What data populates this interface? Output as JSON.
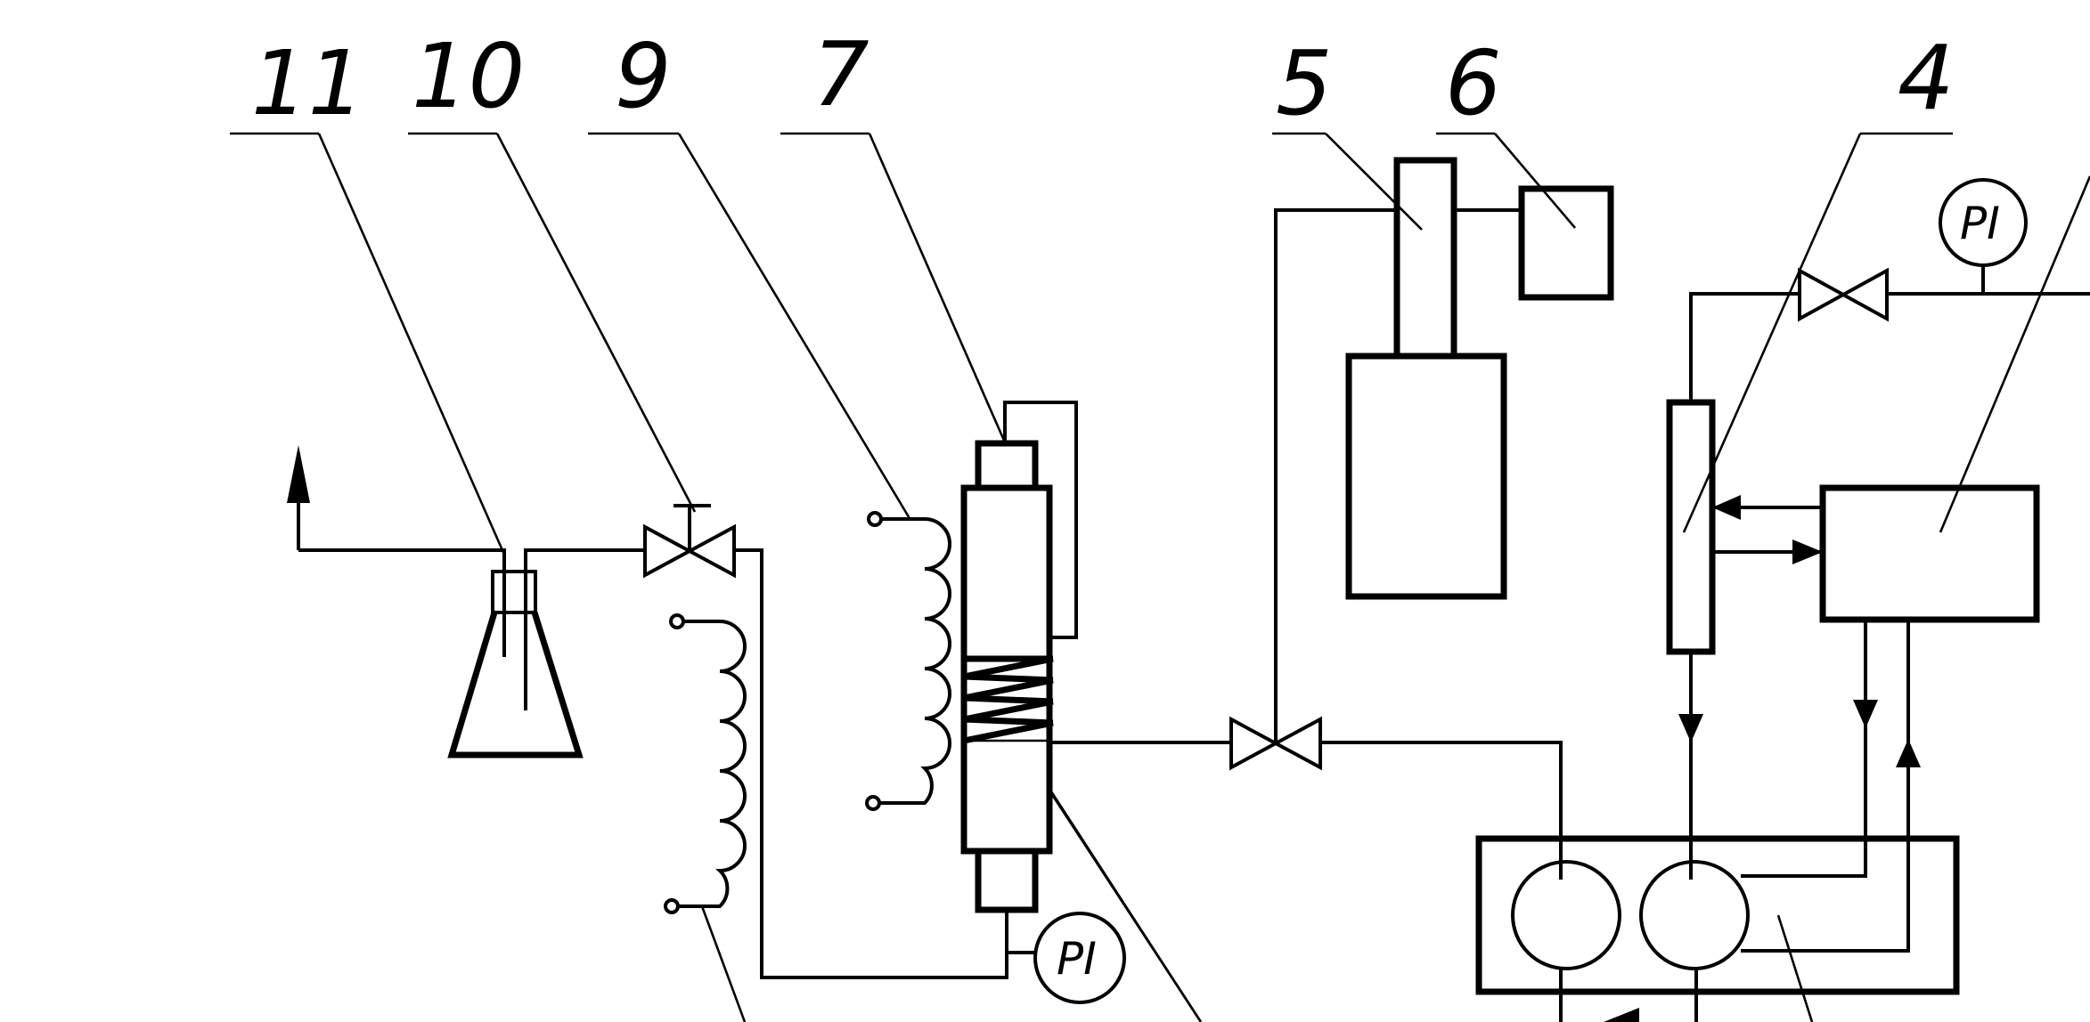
{
  "diagram": {
    "callouts": {
      "c11": "11",
      "c10": "10",
      "c9": "9",
      "c7": "7",
      "c5": "5",
      "c6": "6",
      "c4": "4"
    },
    "gauges": {
      "gauge_top": "PI",
      "gauge_bottom": "PI"
    },
    "colors": {
      "line": "#000000",
      "background": "#ffffff"
    }
  }
}
